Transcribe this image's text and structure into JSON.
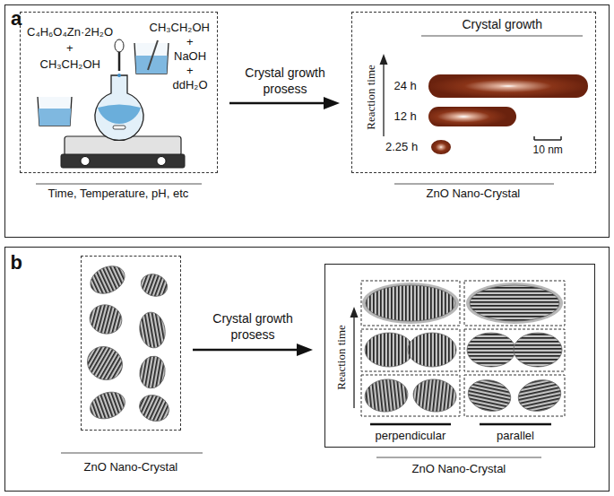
{
  "diagram": {
    "nodes": [
      {
        "text": [
          "a"
        ]
      },
      {
        "text": [
          "Time, Temperature, pH, etc"
        ],
        "in": 0
      },
      {
        "text": [
          "Crystal growth",
          "ZnO Nano-Crystal"
        ],
        "in": 0
      },
      {
        "text": [
          "b"
        ]
      },
      {
        "text": [
          "ZnO Nano-Crystal"
        ],
        "in": 3
      },
      {
        "text": [
          "ZnO Nano-Crystal"
        ],
        "in": 3
      }
    ],
    "edges": [
      {
        "from": 1,
        "to": 2,
        "arrow": "to",
        "label": "Crystal growth prosess"
      },
      {
        "from": 4,
        "to": 5,
        "arrow": "to",
        "label": "Crystal growth prosess"
      }
    ],
    "labels": [
      "C₄H₆O₄Zn·2H₂O",
      "+",
      "CH₃CH₂OH",
      "CH₃CH₂OH",
      "+",
      "NaOH",
      "+",
      "ddH₂O",
      "Reaction time",
      "24 h",
      "12 h",
      "2.25 h",
      "10 nm",
      "Reaction time",
      "perpendicular",
      "parallel"
    ]
  }
}
